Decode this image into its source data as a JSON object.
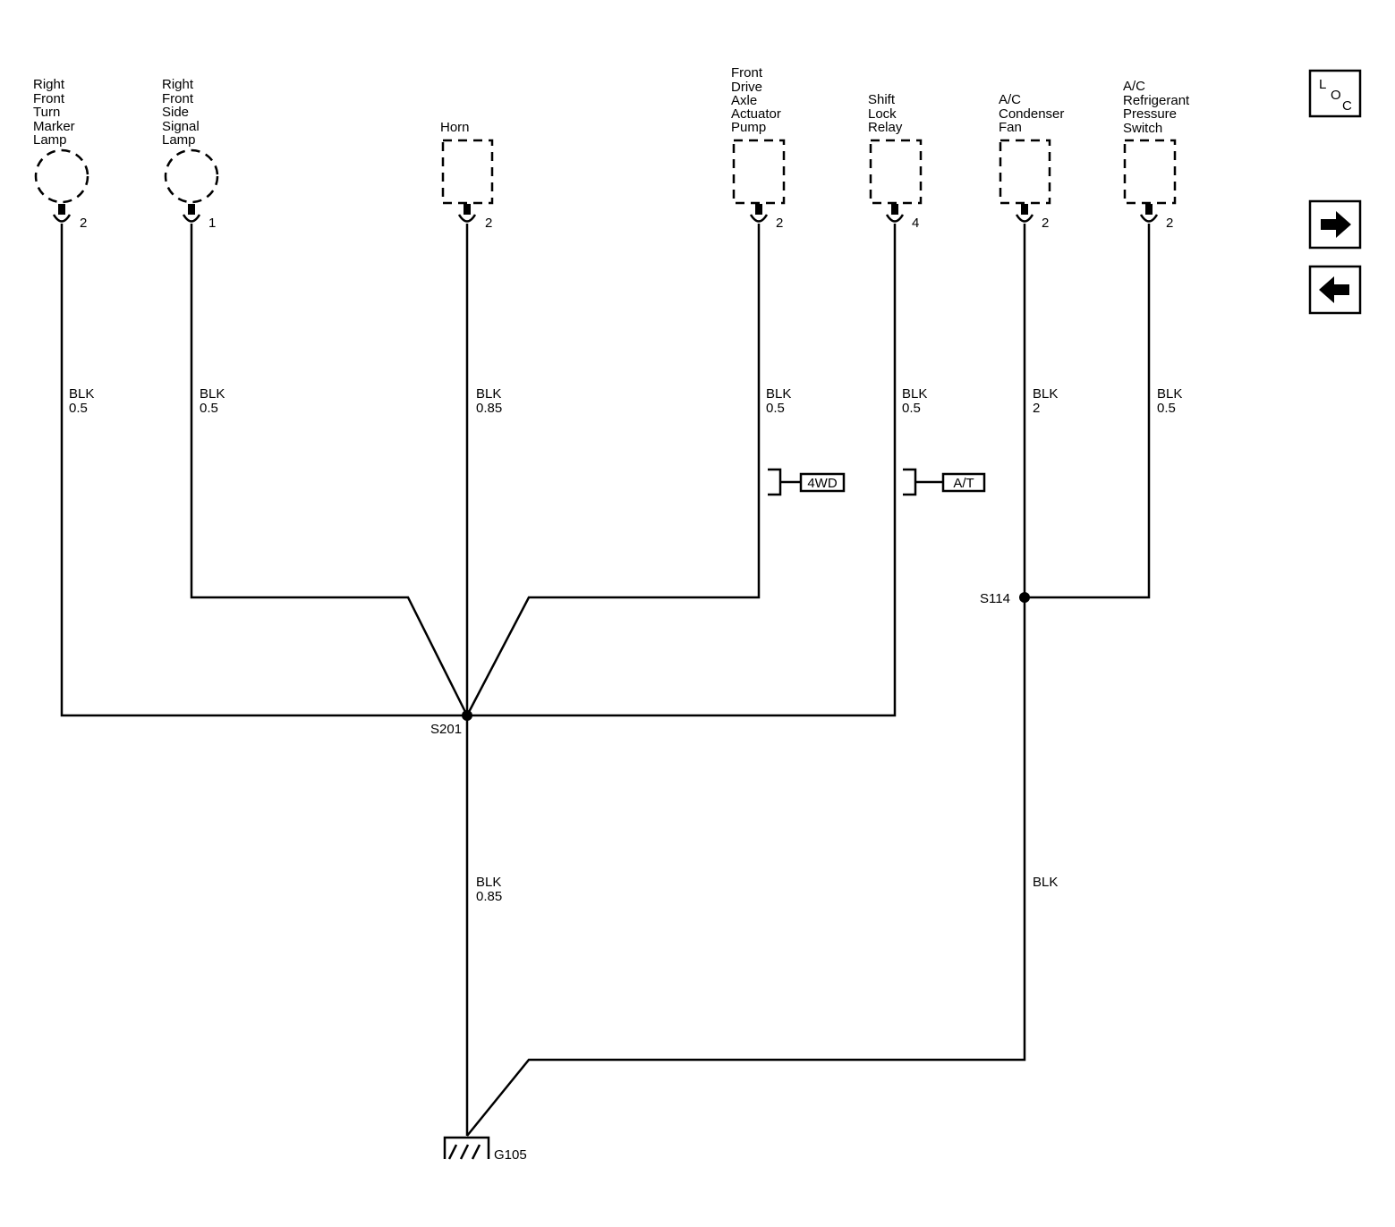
{
  "components": [
    {
      "id": "rf-turn-marker",
      "lines": [
        "Right",
        "Front",
        "Turn",
        "Marker",
        "Lamp"
      ],
      "shape": "lamp",
      "pin": "2",
      "wire": [
        "BLK",
        "0.5"
      ]
    },
    {
      "id": "rf-side-signal",
      "lines": [
        "Right",
        "Front",
        "Side",
        "Signal",
        "Lamp"
      ],
      "shape": "lamp",
      "pin": "1",
      "wire": [
        "BLK",
        "0.5"
      ]
    },
    {
      "id": "horn",
      "lines": [
        "Horn"
      ],
      "shape": "box",
      "pin": "2",
      "wire": [
        "BLK",
        "0.85"
      ]
    },
    {
      "id": "front-drive-axle",
      "lines": [
        "Front",
        "Drive",
        "Axle",
        "Actuator",
        "Pump"
      ],
      "shape": "box",
      "pin": "2",
      "wire": [
        "BLK",
        "0.5"
      ],
      "option": "4WD"
    },
    {
      "id": "shift-lock-relay",
      "lines": [
        "Shift",
        "Lock",
        "Relay"
      ],
      "shape": "box",
      "pin": "4",
      "wire": [
        "BLK",
        "0.5"
      ],
      "option": "A/T"
    },
    {
      "id": "ac-condenser-fan",
      "lines": [
        "A/C",
        "Condenser",
        "Fan"
      ],
      "shape": "box",
      "pin": "2",
      "wire": [
        "BLK",
        "2"
      ]
    },
    {
      "id": "ac-refrigerant-switch",
      "lines": [
        "A/C",
        "Refrigerant",
        "Pressure",
        "Switch"
      ],
      "shape": "box",
      "pin": "2",
      "wire": [
        "BLK",
        "0.5"
      ]
    }
  ],
  "splices": {
    "s201": "S201",
    "s114": "S114"
  },
  "ground": "G105",
  "lower_wires": {
    "left": [
      "BLK",
      "0.85"
    ],
    "right": [
      "BLK"
    ]
  },
  "nav": {
    "loc": [
      "L",
      "O",
      "C"
    ]
  }
}
